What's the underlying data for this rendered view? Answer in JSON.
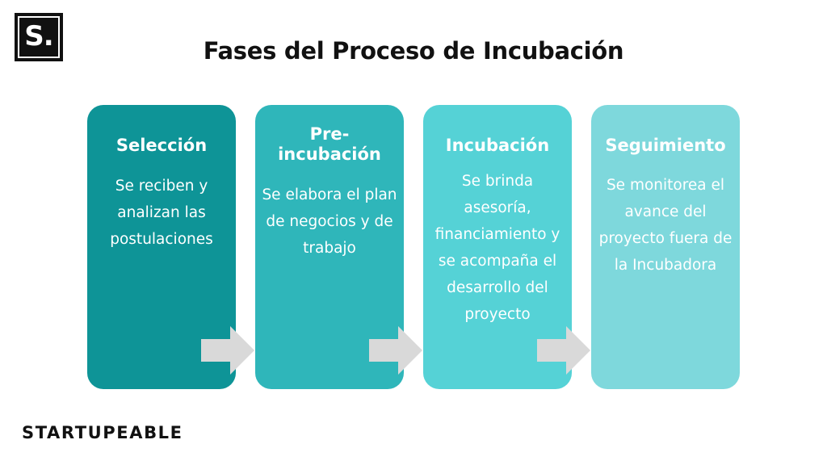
{
  "logo": {
    "text": "S."
  },
  "title": "Fases del Proceso de Incubación",
  "phases": [
    {
      "title": "Selección",
      "description": "Se reciben y analizan las postulaciones",
      "color": "#0e9497"
    },
    {
      "title": "Pre-incubación",
      "description": "Se elabora el plan de negocios y de trabajo",
      "color": "#2fb6ba"
    },
    {
      "title": "Incubación",
      "description": "Se brinda asesoría, financiamiento y se acompaña el desarrollo del proyecto",
      "color": "#55d2d6"
    },
    {
      "title": "Seguimiento",
      "description": "Se monitorea el avance del proyecto fuera de la Incubadora",
      "color": "#7ed8dc"
    }
  ],
  "arrow_color": "#d9d9d9",
  "brand": "STARTUPEABLE"
}
